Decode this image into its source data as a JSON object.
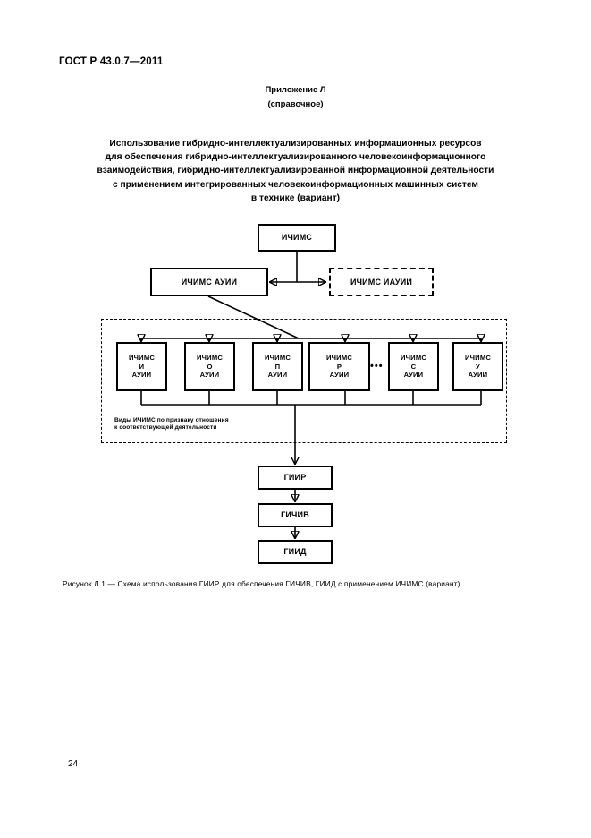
{
  "document": {
    "standard_header": "ГОСТ Р 43.0.7—2011",
    "page_number": "24"
  },
  "annex": {
    "label": "Приложение Л",
    "kind": "(справочное)"
  },
  "title": {
    "line1": "Использование гибридно-интеллектуализированных информационных ресурсов",
    "line2": "для обеспечения гибридно-интеллектуализированного человекоинформационного",
    "line3": "взаимодействия, гибридно-интеллектуализированной информационной деятельности",
    "line4": "с применением интегрированных человекоинформационных машинных систем",
    "line5": "в технике (вариант)"
  },
  "diagram": {
    "root": "ИЧИМС",
    "left_node": "ИЧИМС АУИИ",
    "right_node": "ИЧИМС ИАУИИ",
    "types": [
      {
        "top": "ИЧИМС",
        "mid": "И",
        "bottom": "АУИИ"
      },
      {
        "top": "ИЧИМС",
        "mid": "О",
        "bottom": "АУИИ"
      },
      {
        "top": "ИЧИМС",
        "mid": "П",
        "bottom": "АУИИ"
      },
      {
        "top": "ИЧИМС",
        "mid": "Р",
        "bottom": "АУИИ"
      },
      {
        "top": "ИЧИМС",
        "mid": "С",
        "bottom": "АУИИ"
      },
      {
        "top": "ИЧИМС",
        "mid": "У",
        "bottom": "АУИИ"
      }
    ],
    "ellipsis": "•••",
    "group_label_line1": "Виды ИЧИМС по признаку отношения",
    "group_label_line2": "к соответствующей деятельности",
    "chain": [
      "ГИИР",
      "ГИЧИВ",
      "ГИИД"
    ]
  },
  "figure": {
    "caption": "Рисунок  Л.1 — Схема использования ГИИР для обеспечения ГИЧИВ, ГИИД с применением ИЧИМС (вариант)"
  }
}
